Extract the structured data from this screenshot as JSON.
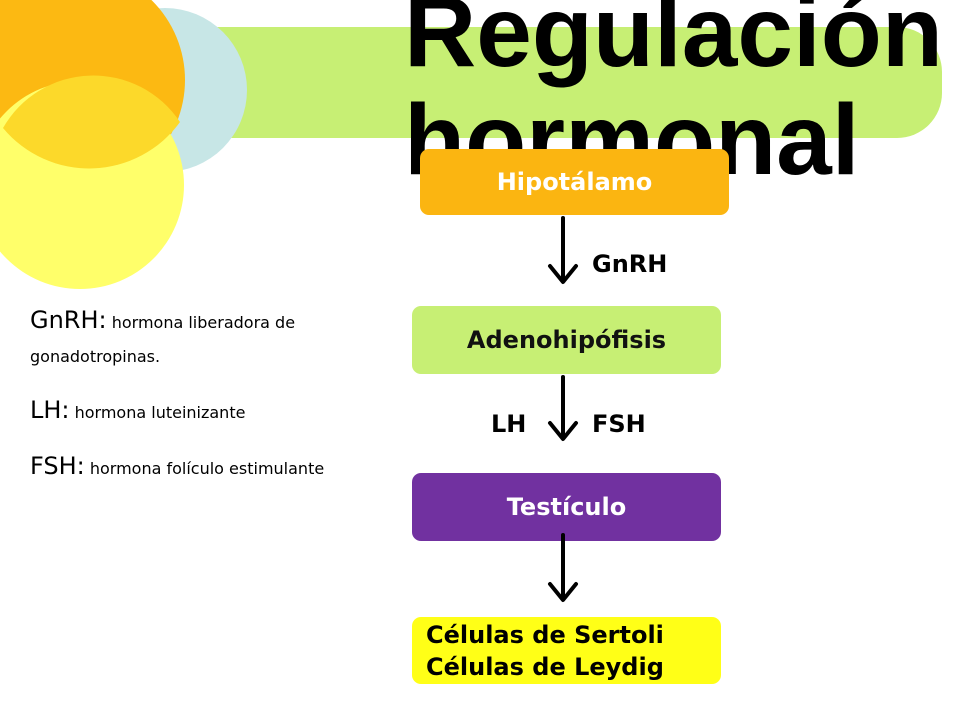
{
  "title": {
    "line1": "Regulación",
    "line2": "hormonal"
  },
  "boxes": {
    "hipotalamo": "Hipotálamo",
    "adenohipofisis": "Adenohipófisis",
    "testiculo": "Testículo",
    "celulas": [
      "Células de Sertoli",
      "Células de Leydig"
    ]
  },
  "arrow_labels": {
    "gnrh": "GnRH",
    "lh": "LH",
    "fsh": "FSH"
  },
  "legend": [
    {
      "term": "GnRH:",
      "definition": "hormona liberadora de gonadotropinas."
    },
    {
      "term": "LH:",
      "definition": "hormona luteinizante"
    },
    {
      "term": "FSH:",
      "definition": "hormona folículo estimulante"
    }
  ],
  "colors": {
    "hipotalamo": "#fbb511",
    "adenohipofisis": "#c7ef74",
    "testiculo": "#7131a0",
    "celulas": "#ffff17",
    "banner": "#c7ef74"
  }
}
